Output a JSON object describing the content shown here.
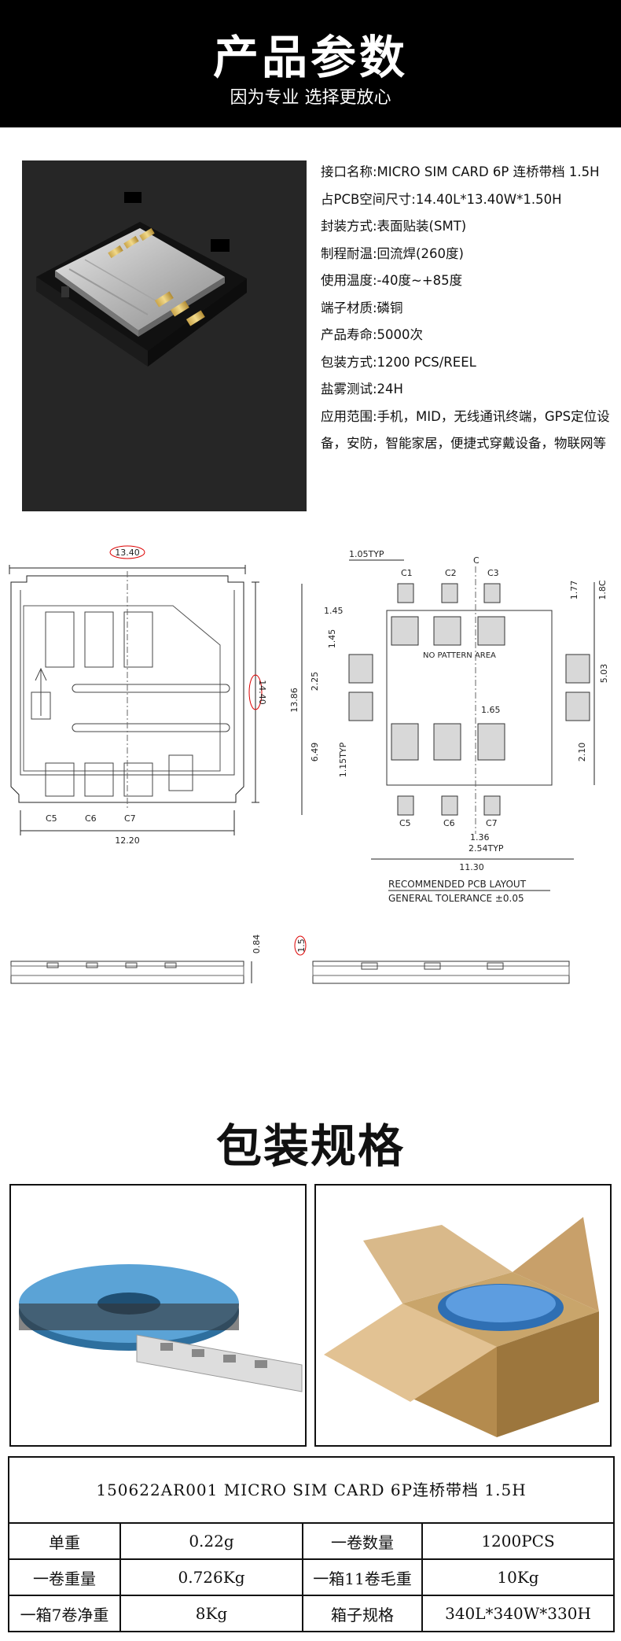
{
  "header": {
    "title": "产品参数",
    "subtitle": "因为专业 选择更放心"
  },
  "specs": [
    "接口名称:MICRO SIM CARD 6P 连桥带档 1.5H",
    "占PCB空间尺寸:14.40L*13.40W*1.50H",
    "封装方式:表面贴装(SMT)",
    "制程耐温:回流焊(260度)",
    "使用温度:-40度~+85度",
    "端子材质:磷铜",
    "产品寿命:5000次",
    "包装方式:1200 PCS/REEL",
    "盐雾测试:24H",
    "应用范围:手机，MID，无线通讯终端，GPS定位设备，安防，智能家居，便捷式穿戴设备，物联网等"
  ],
  "drawing": {
    "dims": {
      "w1340": "13.40",
      "h1440": "14.40",
      "w1220": "12.20",
      "typ105": "1.05TYP",
      "h1386": "13.86",
      "d145a": "1.45",
      "d145b": "1.45",
      "d225": "2.25",
      "d649": "6.49",
      "typ115": "1.15TYP",
      "d177": "1.77",
      "d18c": "1.8C",
      "d503": "5.03",
      "d210": "2.10",
      "d165": "1.65",
      "d136": "1.36",
      "typ254": "2.54TYP",
      "w1130": "11.30",
      "h084": "0.84",
      "h15": "1.5",
      "c_mark": "C"
    },
    "contacts": [
      "C1",
      "C2",
      "C3",
      "C5",
      "C6",
      "C7"
    ],
    "left_contacts": [
      "C5",
      "C6",
      "C7"
    ],
    "no_pattern": "NO PATTERN AREA",
    "layout_title": "RECOMMENDED PCB LAYOUT",
    "tolerance": "GENERAL TOLERANCE ±0.05"
  },
  "packing": {
    "title": "包装规格",
    "caption": "150622AR001 MICRO SIM CARD 6P连桥带档 1.5H",
    "rows": [
      [
        "单重",
        "0.22g",
        "一卷数量",
        "1200PCS"
      ],
      [
        "一卷重量",
        "0.726Kg",
        "一箱11卷毛重",
        "10Kg"
      ],
      [
        "一箱7卷净重",
        "8Kg",
        "箱子规格",
        "340L*340W*330H"
      ]
    ]
  }
}
